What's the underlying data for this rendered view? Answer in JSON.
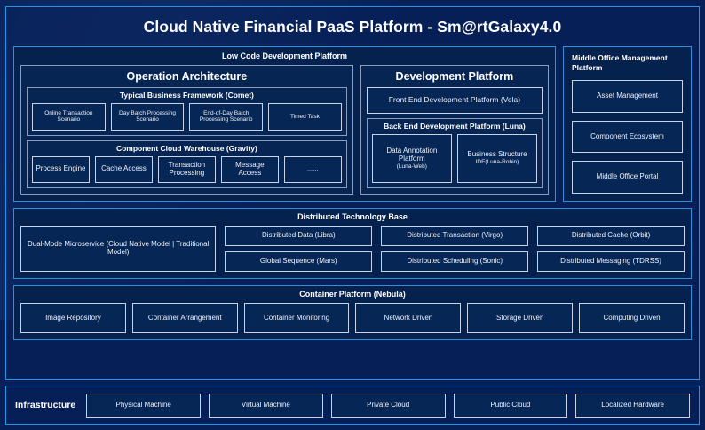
{
  "page_title": "Cloud Native Financial PaaS Platform - Sm@rtGalaxy4.0",
  "colors": {
    "background": "#072158",
    "frame_border": "#2196e8",
    "panel_border": "#2f8fd8",
    "subpanel_border": "#8d9bbd",
    "chip_border": "#c9d2e6",
    "chip_fill": "#062655",
    "text": "#ffffff"
  },
  "low_code": {
    "title": "Low Code Development Platform",
    "operation_architecture": {
      "title": "Operation Architecture",
      "groups": [
        {
          "title": "Typical Business Framework (Comet)",
          "items": [
            "Online Transaction Scenario",
            "Day Batch Processing Scenario",
            "End-of-Day Batch Processing Scenario",
            "Timed Task"
          ]
        },
        {
          "title": "Component Cloud Warehouse (Gravity)",
          "items": [
            "Process Engine",
            "Cache Access",
            "Transaction Processing",
            "Message Access",
            "……"
          ]
        }
      ]
    },
    "development_platform": {
      "title": "Development Platform",
      "front_end": "Front End Development Platform (Vela)",
      "back_end": {
        "title": "Back End Development Platform (Luna)",
        "items": [
          {
            "name": "Data Annotation Platform",
            "sub": "(Luna-Web)"
          },
          {
            "name": "Business Structure",
            "sub": "IDE(Luna-Robin)"
          }
        ]
      }
    }
  },
  "middle_office": {
    "title": "Middle Office Management Platform",
    "items": [
      "Asset Management",
      "Component Ecosystem",
      "Middle Office Portal"
    ]
  },
  "distributed_technology_base": {
    "title": "Distributed Technology Base",
    "lead": "Dual-Mode Microservice (Cloud Native Model | Traditional Model)",
    "columns": [
      {
        "top": "Distributed Data (Libra)",
        "bottom": "Global Sequence (Mars)"
      },
      {
        "top": "Distributed Transaction (Virgo)",
        "bottom": "Distributed Scheduling (Sonic)"
      },
      {
        "top": "Distributed Cache (Orbit)",
        "bottom": "Distributed Messaging (TDRSS)"
      }
    ]
  },
  "container_platform": {
    "title": "Container Platform (Nebula)",
    "items": [
      "Image Repository",
      "Container Arrangement",
      "Container Monitoring",
      "Network Driven",
      "Storage Driven",
      "Computing Driven"
    ]
  },
  "infrastructure": {
    "label": "Infrastructure",
    "items": [
      "Physical Machine",
      "Virtual Machine",
      "Private Cloud",
      "Public Cloud",
      "Localized Hardware"
    ]
  }
}
